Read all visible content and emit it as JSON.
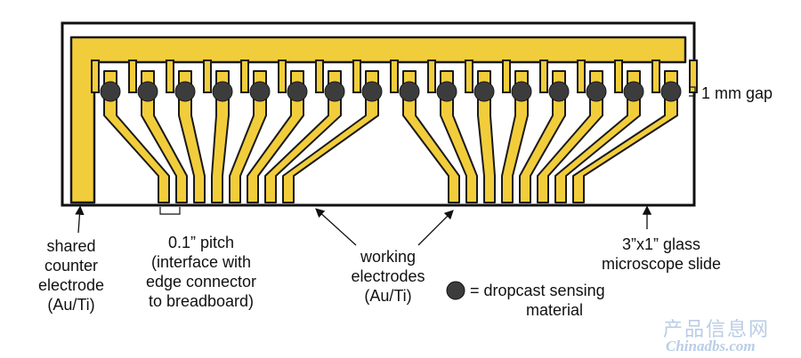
{
  "labels": {
    "gap": "1 mm gap",
    "shared_counter": [
      "shared",
      "counter",
      "electrode",
      "(Au/Ti)"
    ],
    "pitch": [
      "0.1” pitch",
      "(interface with",
      "edge connector",
      "to breadboard)"
    ],
    "working": [
      "working",
      "electrodes",
      "(Au/Ti)"
    ],
    "dropcast": [
      "= dropcast sensing",
      "material"
    ],
    "slide": [
      "3”x1” glass",
      "microscope slide"
    ]
  },
  "watermark": {
    "cn": "产品信息网",
    "en": "Chinadbs.com"
  },
  "colors": {
    "gold": "#f2cd3b",
    "outline": "#1a1a1a",
    "dropcast": "#3c3c3c",
    "watermark": "#b9cde6"
  },
  "working_electrode_count": 16
}
